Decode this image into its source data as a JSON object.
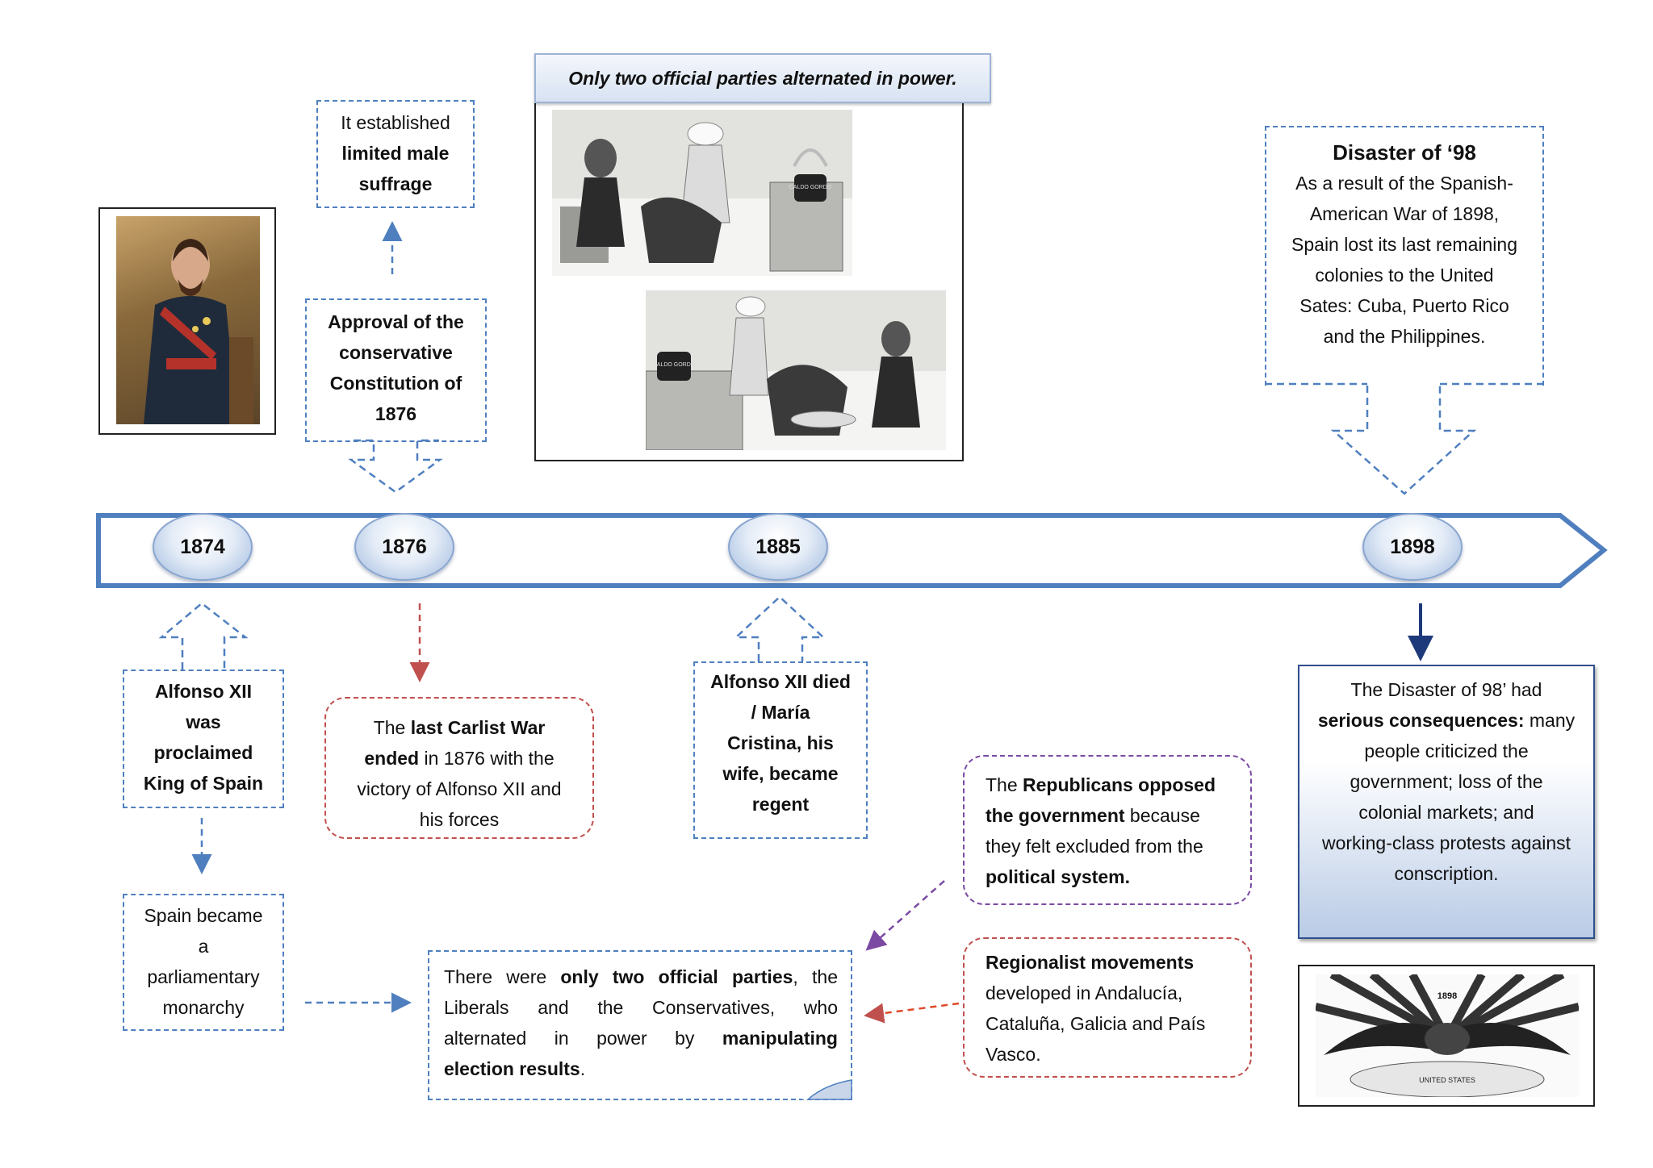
{
  "timeline": {
    "years": [
      "1874",
      "1876",
      "1885",
      "1898"
    ]
  },
  "top": {
    "suffrage": {
      "line1": "It established",
      "bold1": "limited male",
      "bold2": "suffrage"
    },
    "constitution": {
      "line1": "Approval of the",
      "line2": "conservative",
      "line3": "Constitution of",
      "line4": "1876"
    },
    "cartoon_caption": "Only two official parties alternated in power.",
    "cartoon_labels": [
      "CALDO GORDO",
      "CALDO GORDO"
    ],
    "disaster": {
      "title": "Disaster of ‘98",
      "lines": [
        "As a result of the Spanish-",
        "American War of 1898,",
        "Spain lost its last remaining",
        "colonies to the United",
        "Sates: Cuba, Puerto Rico",
        "and the Philippines."
      ]
    }
  },
  "bottom": {
    "proclaimed": {
      "lines": [
        "Alfonso XII",
        "was",
        "proclaimed",
        "King of Spain"
      ]
    },
    "parliamentary": {
      "lines": [
        "Spain became",
        "a",
        "parliamentary",
        "monarchy"
      ]
    },
    "carlist": {
      "p1": "The ",
      "b1": "last Carlist War",
      "b2": "ended",
      "p2": " in 1876 with the",
      "p3": "victory of Alfonso XII and",
      "p4": "his forces"
    },
    "regent": {
      "lines": [
        "Alfonso XII died",
        "/ María",
        "Cristina, his",
        "wife, became",
        "regent"
      ]
    },
    "parties": {
      "p1": "There were ",
      "b1": "only two official parties",
      "p2": ", the",
      "p3": "Liberals and the Conservatives, who",
      "p4": "alternated in power by ",
      "b2": "manipulating",
      "b3": "election results",
      "p5": "."
    },
    "republicans": {
      "p1": "The ",
      "b1": "Republicans opposed",
      "b2": "the government",
      "p2": " because",
      "p3": "they felt excluded from the",
      "b3": "political system."
    },
    "regionalist": {
      "b1": "Regionalist movements",
      "l2": "developed in Andalucía,",
      "l3": "Cataluña, Galicia and País",
      "l4": "Vasco."
    },
    "consequences": {
      "l1": "The Disaster of 98’ had",
      "b1": "serious consequences:",
      "p1": " many",
      "l3": "people criticized the",
      "l4": "government; loss of the",
      "l5": "colonial markets; and",
      "l6": "working-class protests against",
      "l7": "conscription."
    },
    "eagle_text": [
      "1898",
      "UNITED STATES"
    ]
  },
  "colors": {
    "timeline_border": "#4f7fbf",
    "blue_dash": "#4f7fbf",
    "red_dash": "#c0504d",
    "purple_dash": "#7b4aa3",
    "navy_arrow": "#1f3a7a"
  }
}
